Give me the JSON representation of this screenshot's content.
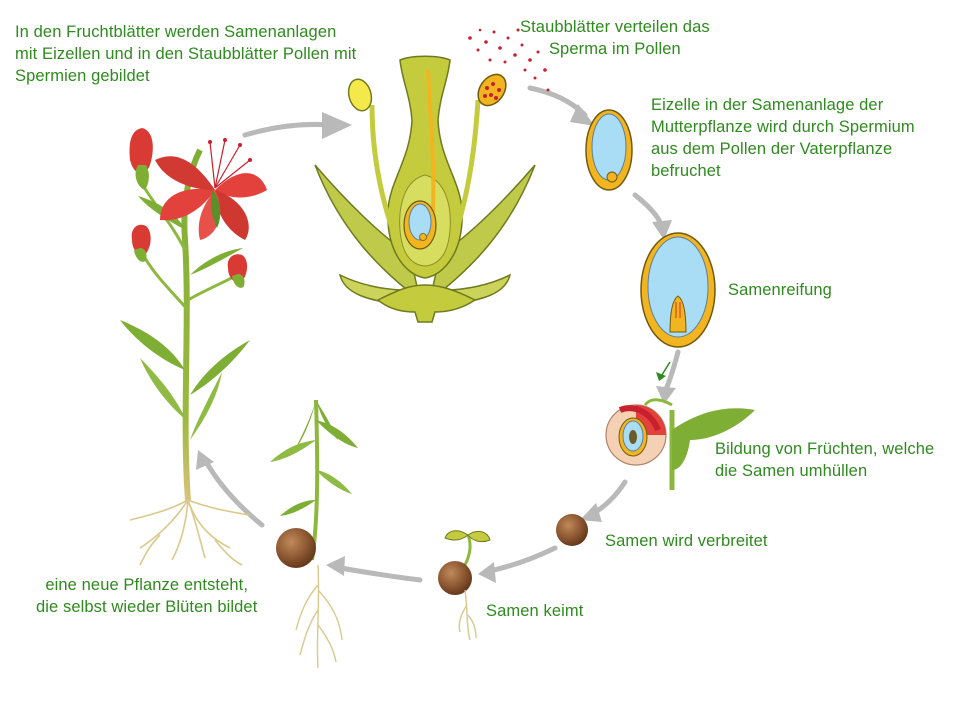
{
  "labels": {
    "carpels": [
      "In den Fruchtblätter werden Samenanlagen",
      "mit Eizellen und in den Staubblätter Pollen mit",
      "Spermien gebildet"
    ],
    "stamens": [
      "Staubblätter verteilen das",
      "Sperma im Pollen"
    ],
    "fertilization": [
      "Eizelle in der Samenanlage der",
      "Mutterpflanze wird durch Spermium",
      "aus dem Pollen der Vaterpflanze",
      "befruchet"
    ],
    "ripening": [
      "Samenreifung"
    ],
    "fruit": [
      "Bildung von Früchten, welche",
      "die Samen umhüllen"
    ],
    "dispersal": [
      "Samen wird verbreitet"
    ],
    "germination": [
      "Samen keimt"
    ],
    "new_plant": [
      "eine neue Pflanze entsteht,",
      "die selbst wieder Blüten bildet"
    ]
  },
  "colors": {
    "text": "#2f8a1f",
    "stem": "#8db83e",
    "leaf": "#7fae35",
    "petal": "#e2423b",
    "pistil": "#c4cc3e",
    "ovule": "#f2b51f",
    "egg": "#a9dcf5",
    "seed": "#8a5530",
    "root": "#d9c98a",
    "arrow": "#b9b9b9",
    "pollen": "#c9202d"
  }
}
